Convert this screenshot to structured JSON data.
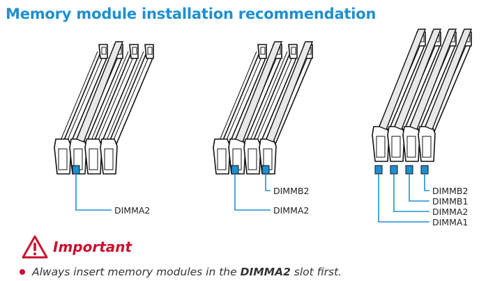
{
  "title": "Memory module installation recommendation",
  "configs": [
    {
      "labels": [
        "DIMMA2"
      ]
    },
    {
      "labels": [
        "DIMMB2",
        "DIMMA2"
      ]
    },
    {
      "labels": [
        "DIMMB2",
        "DIMMB1",
        "DIMMA2",
        "DIMMA1"
      ]
    }
  ],
  "important": {
    "heading": "Important",
    "icon": "warning-triangle-icon",
    "note_prefix": "Always insert memory modules in the ",
    "note_bold": "DIMMA2",
    "note_suffix": " slot first."
  },
  "colors": {
    "title": "#1f8fd0",
    "accent": "#c8102e",
    "leader": "#1f8fd0"
  }
}
